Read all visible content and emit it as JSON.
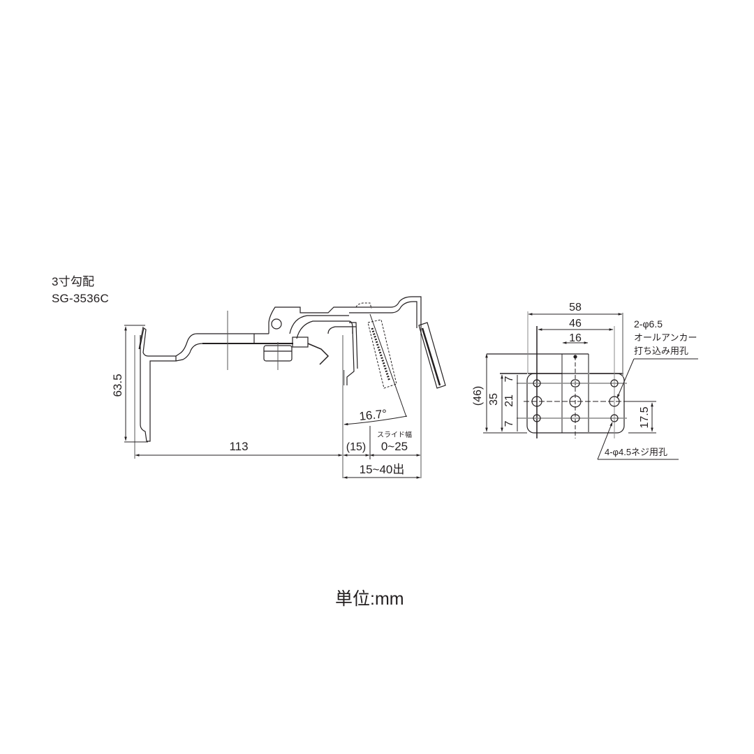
{
  "header": {
    "slope_label": "3寸勾配",
    "model_number": "SG-3536C"
  },
  "side_view": {
    "dimensions": {
      "height": "63.5",
      "length": "113",
      "offset": "(15)",
      "slide_label": "スライド幅",
      "slide_range": "0~25",
      "projection": "15~40出",
      "angle": "16.7°"
    }
  },
  "plate_view": {
    "dimensions": {
      "overall_width": "58",
      "hole_span": "46",
      "center_width": "16",
      "overall_height": "(46)",
      "plate_height": "35",
      "mid_spacing": "21",
      "top_spacing": "7",
      "bottom_spacing": "7",
      "right_offset": "17.5"
    },
    "notes": {
      "anchor_holes_line1": "2-φ6.5",
      "anchor_holes_line2": "オールアンカー",
      "anchor_holes_line3": "打ち込み用孔",
      "screw_holes": "4-φ4.5ネジ用孔"
    }
  },
  "footer": {
    "unit_label": "単位:mm"
  },
  "colors": {
    "line": "#231f20",
    "secondary_line": "#8a8a8a",
    "background": "#ffffff"
  }
}
